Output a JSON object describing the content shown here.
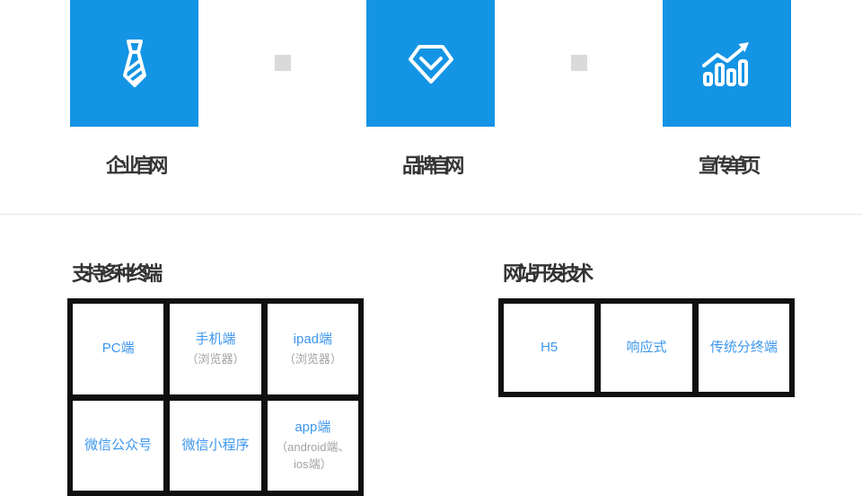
{
  "colors": {
    "tile_blue": "#1494e4",
    "icon_white": "#ffffff",
    "label_dark": "#363636",
    "mini_square_gray": "#dadada",
    "divider_gray": "#e8e8e8",
    "grid_border_black": "#101010",
    "cell_title_blue": "#3e97ed",
    "cell_subtitle_gray": "#a3a3a3"
  },
  "services": {
    "tiles": [
      {
        "label": "企业官网",
        "icon": "tie-icon"
      },
      {
        "label": "品牌官网",
        "icon": "diamond-icon"
      },
      {
        "label": "宣传单页",
        "icon": "growth-chart-icon"
      }
    ]
  },
  "terminals": {
    "heading": "支持多种终端",
    "cells": [
      {
        "title": "PC端",
        "subtitle": ""
      },
      {
        "title": "手机端",
        "subtitle": "（浏览器）"
      },
      {
        "title": "ipad端",
        "subtitle": "（浏览器）"
      },
      {
        "title": "微信公众号",
        "subtitle": ""
      },
      {
        "title": "微信小程序",
        "subtitle": ""
      },
      {
        "title": "app端",
        "subtitle": "（android端、ios端）"
      }
    ]
  },
  "technologies": {
    "heading": "网站开发技术",
    "cells": [
      {
        "title": "H5"
      },
      {
        "title": "响应式"
      },
      {
        "title": "传统分终端"
      }
    ]
  }
}
